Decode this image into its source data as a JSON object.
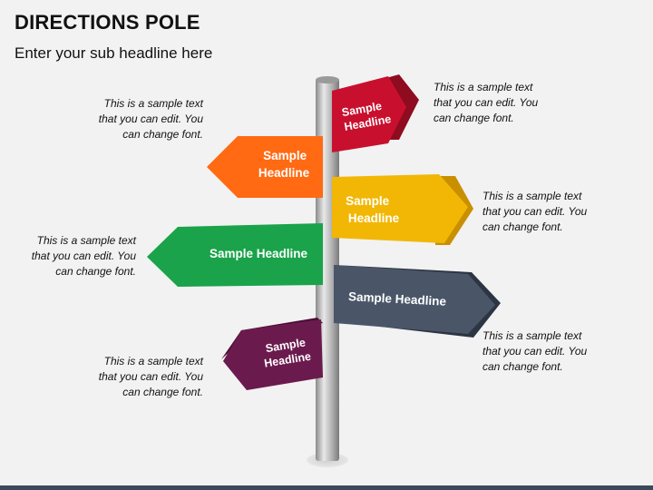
{
  "header": {
    "title": "DIRECTIONS POLE",
    "subtitle": "Enter your sub headline here"
  },
  "colors": {
    "red": "#c8102e",
    "orange": "#ff6a13",
    "yellow": "#f2b705",
    "green": "#1aa34a",
    "slate": "#3f4b5c",
    "purple": "#6b1a4e",
    "pole": "#b8b8b8"
  },
  "signs": [
    {
      "id": "red",
      "lines": [
        "Sample",
        "Headline"
      ]
    },
    {
      "id": "orange",
      "lines": [
        "Sample",
        "Headline"
      ]
    },
    {
      "id": "yellow",
      "lines": [
        "Sample",
        "Headline"
      ]
    },
    {
      "id": "green",
      "lines": [
        "Sample Headline"
      ]
    },
    {
      "id": "slate",
      "lines": [
        "Sample Headline"
      ]
    },
    {
      "id": "purple",
      "lines": [
        "Sample",
        "Headline"
      ]
    }
  ],
  "notes": [
    {
      "lines": [
        "This is a sample text",
        "that you can edit. You",
        "can change font."
      ]
    },
    {
      "lines": [
        "This is a sample text",
        "that you can edit. You",
        "can change font."
      ]
    },
    {
      "lines": [
        "This is a sample text",
        "that you can edit. You",
        "can change font."
      ]
    },
    {
      "lines": [
        "This is a sample text",
        "that you can edit. You",
        "can change font."
      ]
    },
    {
      "lines": [
        "This is a sample text",
        "that you can edit. You",
        "can change font."
      ]
    },
    {
      "lines": [
        "This is a sample text",
        "that you can edit. You",
        "can change font."
      ]
    }
  ]
}
